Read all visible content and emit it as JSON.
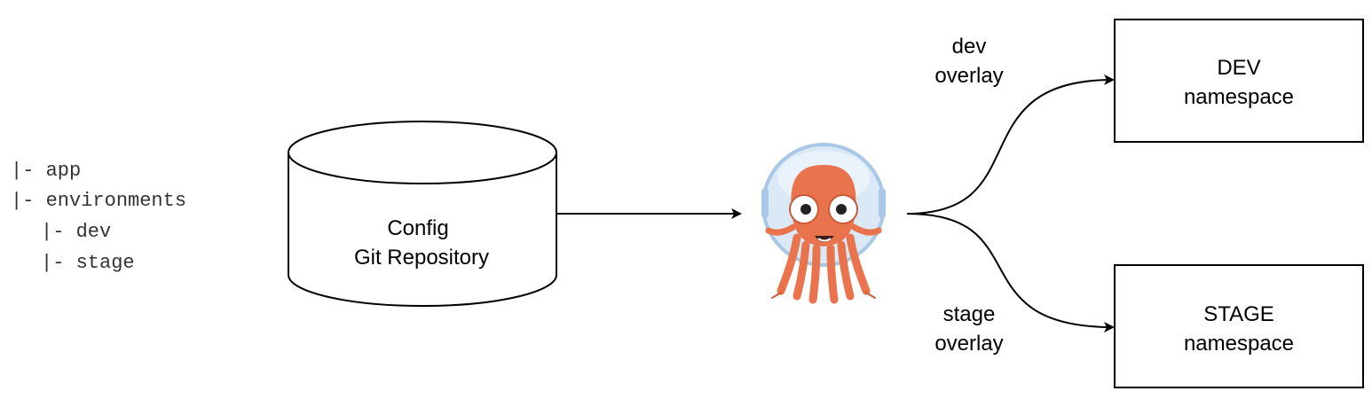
{
  "file_tree": [
    "|- app",
    "|- environments",
    "|- dev",
    "|- stage"
  ],
  "repository": {
    "line1": "Config",
    "line2": "Git Repository"
  },
  "mascot": {
    "icon": "argo-octopus-icon",
    "colors": {
      "body": "#e8734d",
      "body_dark": "#c95a37",
      "helmet": "#dbe9f7",
      "helmet_rim": "#a9c8e6"
    }
  },
  "overlays": {
    "dev": {
      "line1": "dev",
      "line2": "overlay"
    },
    "stage": {
      "line1": "stage",
      "line2": "overlay"
    }
  },
  "namespaces": {
    "dev": {
      "line1": "DEV",
      "line2": "namespace"
    },
    "stage": {
      "line1": "STAGE",
      "line2": "namespace"
    }
  }
}
